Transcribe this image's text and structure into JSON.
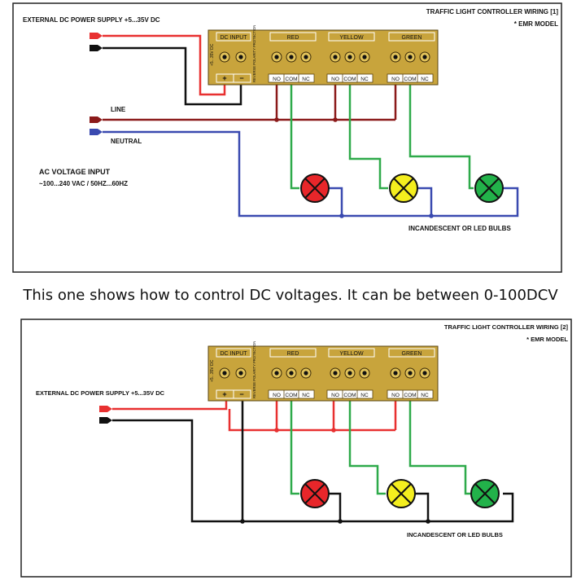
{
  "caption": "This one shows how to control DC voltages. It can be between 0-100DCV",
  "panels": [
    {
      "title": "TRAFFIC LIGHT CONTROLLER WIRING [1]",
      "model": "* EMR MODEL",
      "dc_supply": "EXTERNAL DC POWER SUPPLY +5...35V DC",
      "line": "LINE",
      "neutral": "NEUTRAL",
      "ac_input": "AC VOLTAGE INPUT",
      "ac_range": "~100...240 VAC / 50HZ...60HZ",
      "bulbs": "INCANDESCENT OR LED BULBS"
    },
    {
      "title": "TRAFFIC LIGHT CONTROLLER WIRING [2]",
      "model": "* EMR MODEL",
      "dc_supply": "EXTERNAL DC POWER SUPPLY +5...35V DC",
      "bulbs": "INCANDESCENT OR LED BULBS"
    }
  ],
  "board": {
    "dc_input": "DC INPUT",
    "voltage_tag": "+5...35V DC",
    "protection": "REVERSE POLARITY PROTECTION",
    "channels": [
      "RED",
      "YELLOW",
      "GREEN"
    ],
    "terminals": [
      "NO",
      "COM",
      "NC"
    ],
    "plus": "+",
    "minus": "−"
  },
  "colors": {
    "board": "#c8a43c",
    "dc_positive": "#e83030",
    "dc_negative": "#000000",
    "line": "#8b1a1a",
    "neutral": "#3a4ab0",
    "relay": "#2eaa4a",
    "dc_load": "#e83030",
    "bulb_red": "#e8262a",
    "bulb_yellow": "#f4ee1e",
    "bulb_green": "#22b24a"
  }
}
